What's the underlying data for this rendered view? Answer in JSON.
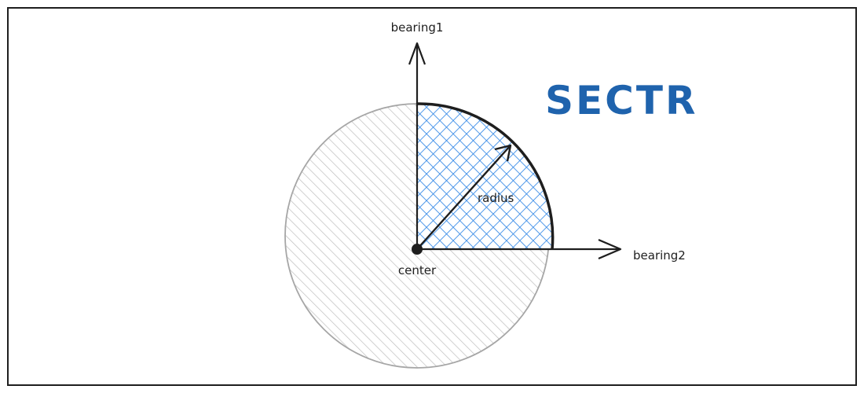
{
  "title": "SECTR",
  "labels": {
    "bearing1": "bearing1",
    "bearing2": "bearing2",
    "radius": "radius",
    "center": "center"
  },
  "colors": {
    "title": "#1f63ad",
    "sector_hatch": "#3d8ee8",
    "circle_hatch": "#bdbdbd",
    "circle_outline": "#a6a6a6",
    "ink": "#1e1e1e"
  }
}
